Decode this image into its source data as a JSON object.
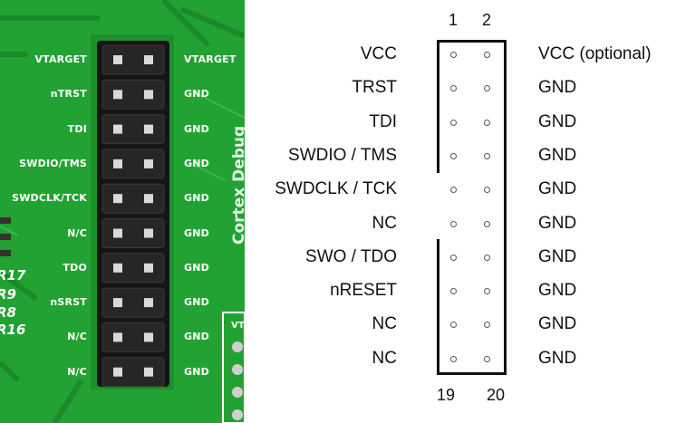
{
  "photo": {
    "title": "Cortex Debug",
    "left_labels": [
      "VTARGET",
      "nTRST",
      "TDI",
      "SWDIO/TMS",
      "SWDCLK/TCK",
      "N/C",
      "TDO",
      "nSRST",
      "N/C",
      "N/C"
    ],
    "right_labels": [
      "VTARGET",
      "GND",
      "GND",
      "GND",
      "GND",
      "GND",
      "GND",
      "GND",
      "GND",
      "GND"
    ],
    "resistors": [
      "R17",
      "R9",
      "R8",
      "R16"
    ],
    "corner_label": "VT"
  },
  "diagram": {
    "top_pins": [
      "1",
      "2"
    ],
    "bottom_pins": [
      "19",
      "20"
    ],
    "left_signals": [
      "VCC",
      "TRST",
      "TDI",
      "SWDIO / TMS",
      "SWDCLK / TCK",
      "NC",
      "SWO / TDO",
      "nRESET",
      "NC",
      "NC"
    ],
    "right_signals": [
      "VCC (optional)",
      "GND",
      "GND",
      "GND",
      "GND",
      "GND",
      "GND",
      "GND",
      "GND",
      "GND"
    ]
  },
  "colors": {
    "pcb": "#1f9a2e",
    "silkscreen": "#ffffff",
    "header": "#1a1a1a",
    "text": "#111111"
  }
}
